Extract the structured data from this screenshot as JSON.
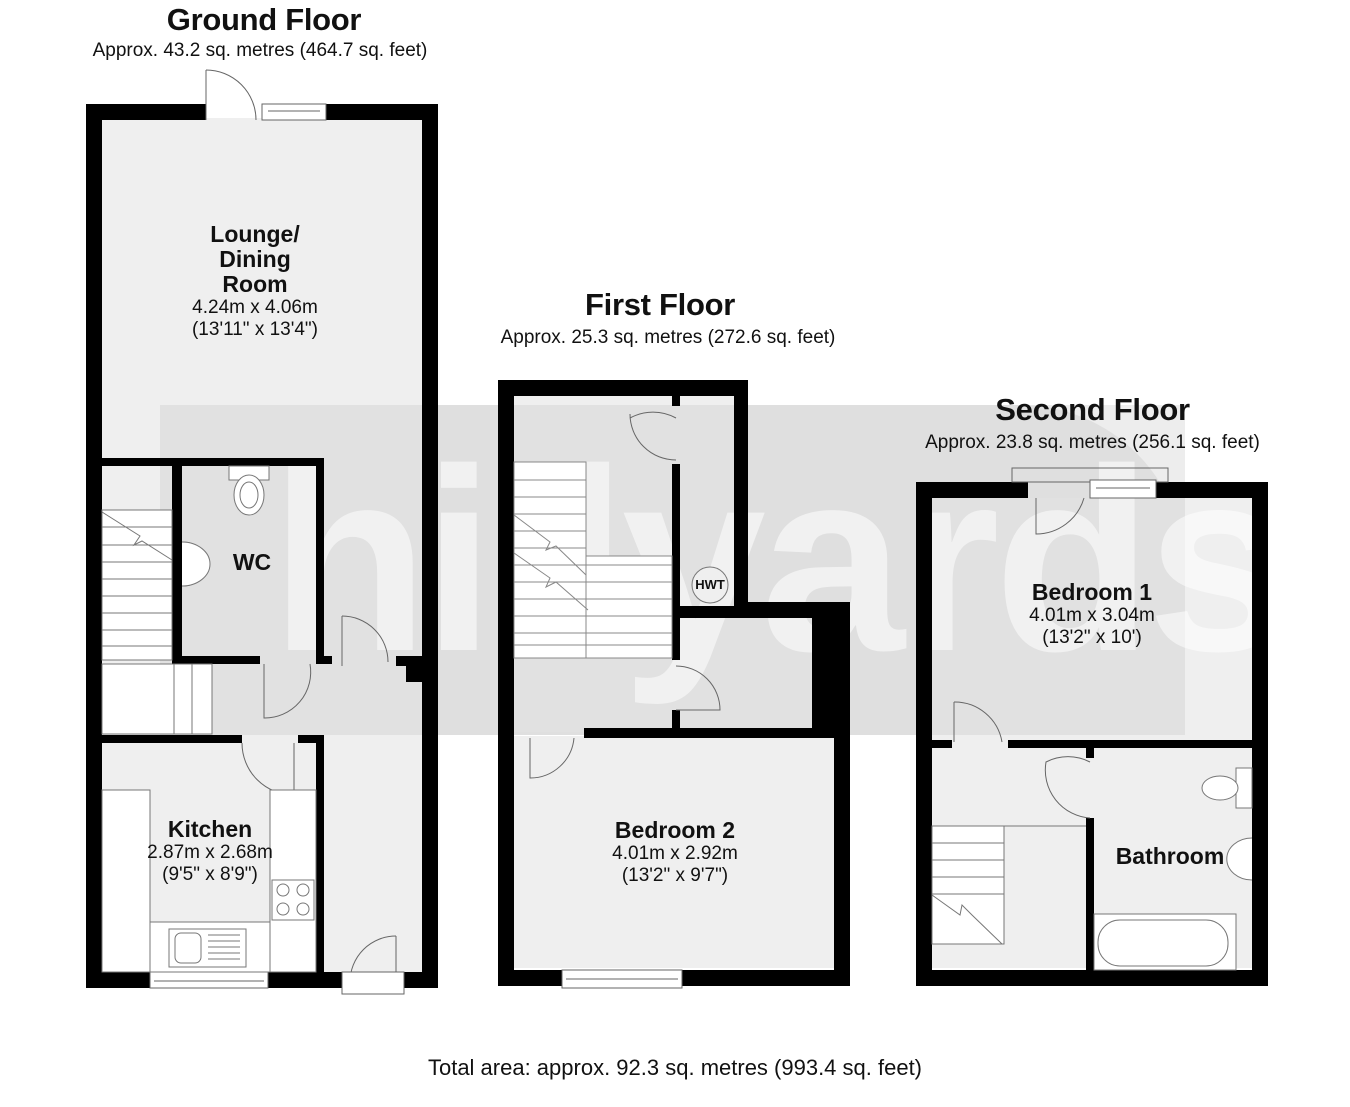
{
  "watermark": {
    "text": "hillyards"
  },
  "floors": [
    {
      "id": "ground",
      "title": "Ground Floor",
      "area": "Approx. 43.2 sq. metres (464.7 sq. feet)",
      "rooms": [
        {
          "name": "Lounge/\nDining\nRoom",
          "name_lines": [
            "Lounge/",
            "Dining",
            "Room"
          ],
          "metric": "4.24m x 4.06m",
          "imperial": "(13'11\" x 13'4\")"
        },
        {
          "name": "WC",
          "metric": "",
          "imperial": ""
        },
        {
          "name": "Kitchen",
          "metric": "2.87m x 2.68m",
          "imperial": "(9'5\" x 8'9\")"
        }
      ]
    },
    {
      "id": "first",
      "title": "First Floor",
      "area": "Approx. 25.3 sq. metres (272.6 sq. feet)",
      "rooms": [
        {
          "name": "Bedroom 2",
          "metric": "4.01m x 2.92m",
          "imperial": "(13'2\" x 9'7\")"
        }
      ],
      "fixtures": [
        {
          "label": "HWT"
        }
      ]
    },
    {
      "id": "second",
      "title": "Second Floor",
      "area": "Approx. 23.8 sq. metres (256.1 sq. feet)",
      "rooms": [
        {
          "name": "Bedroom 1",
          "metric": "4.01m x 3.04m",
          "imperial": "(13'2\" x 10')"
        },
        {
          "name": "Bathroom",
          "metric": "",
          "imperial": ""
        }
      ]
    }
  ],
  "total_area": "Total area: approx. 92.3 sq. metres (993.4 sq. feet)",
  "colors": {
    "wall": "#000000",
    "floor": "#efefef",
    "fixture": "#ffffff",
    "line": "#555555"
  }
}
